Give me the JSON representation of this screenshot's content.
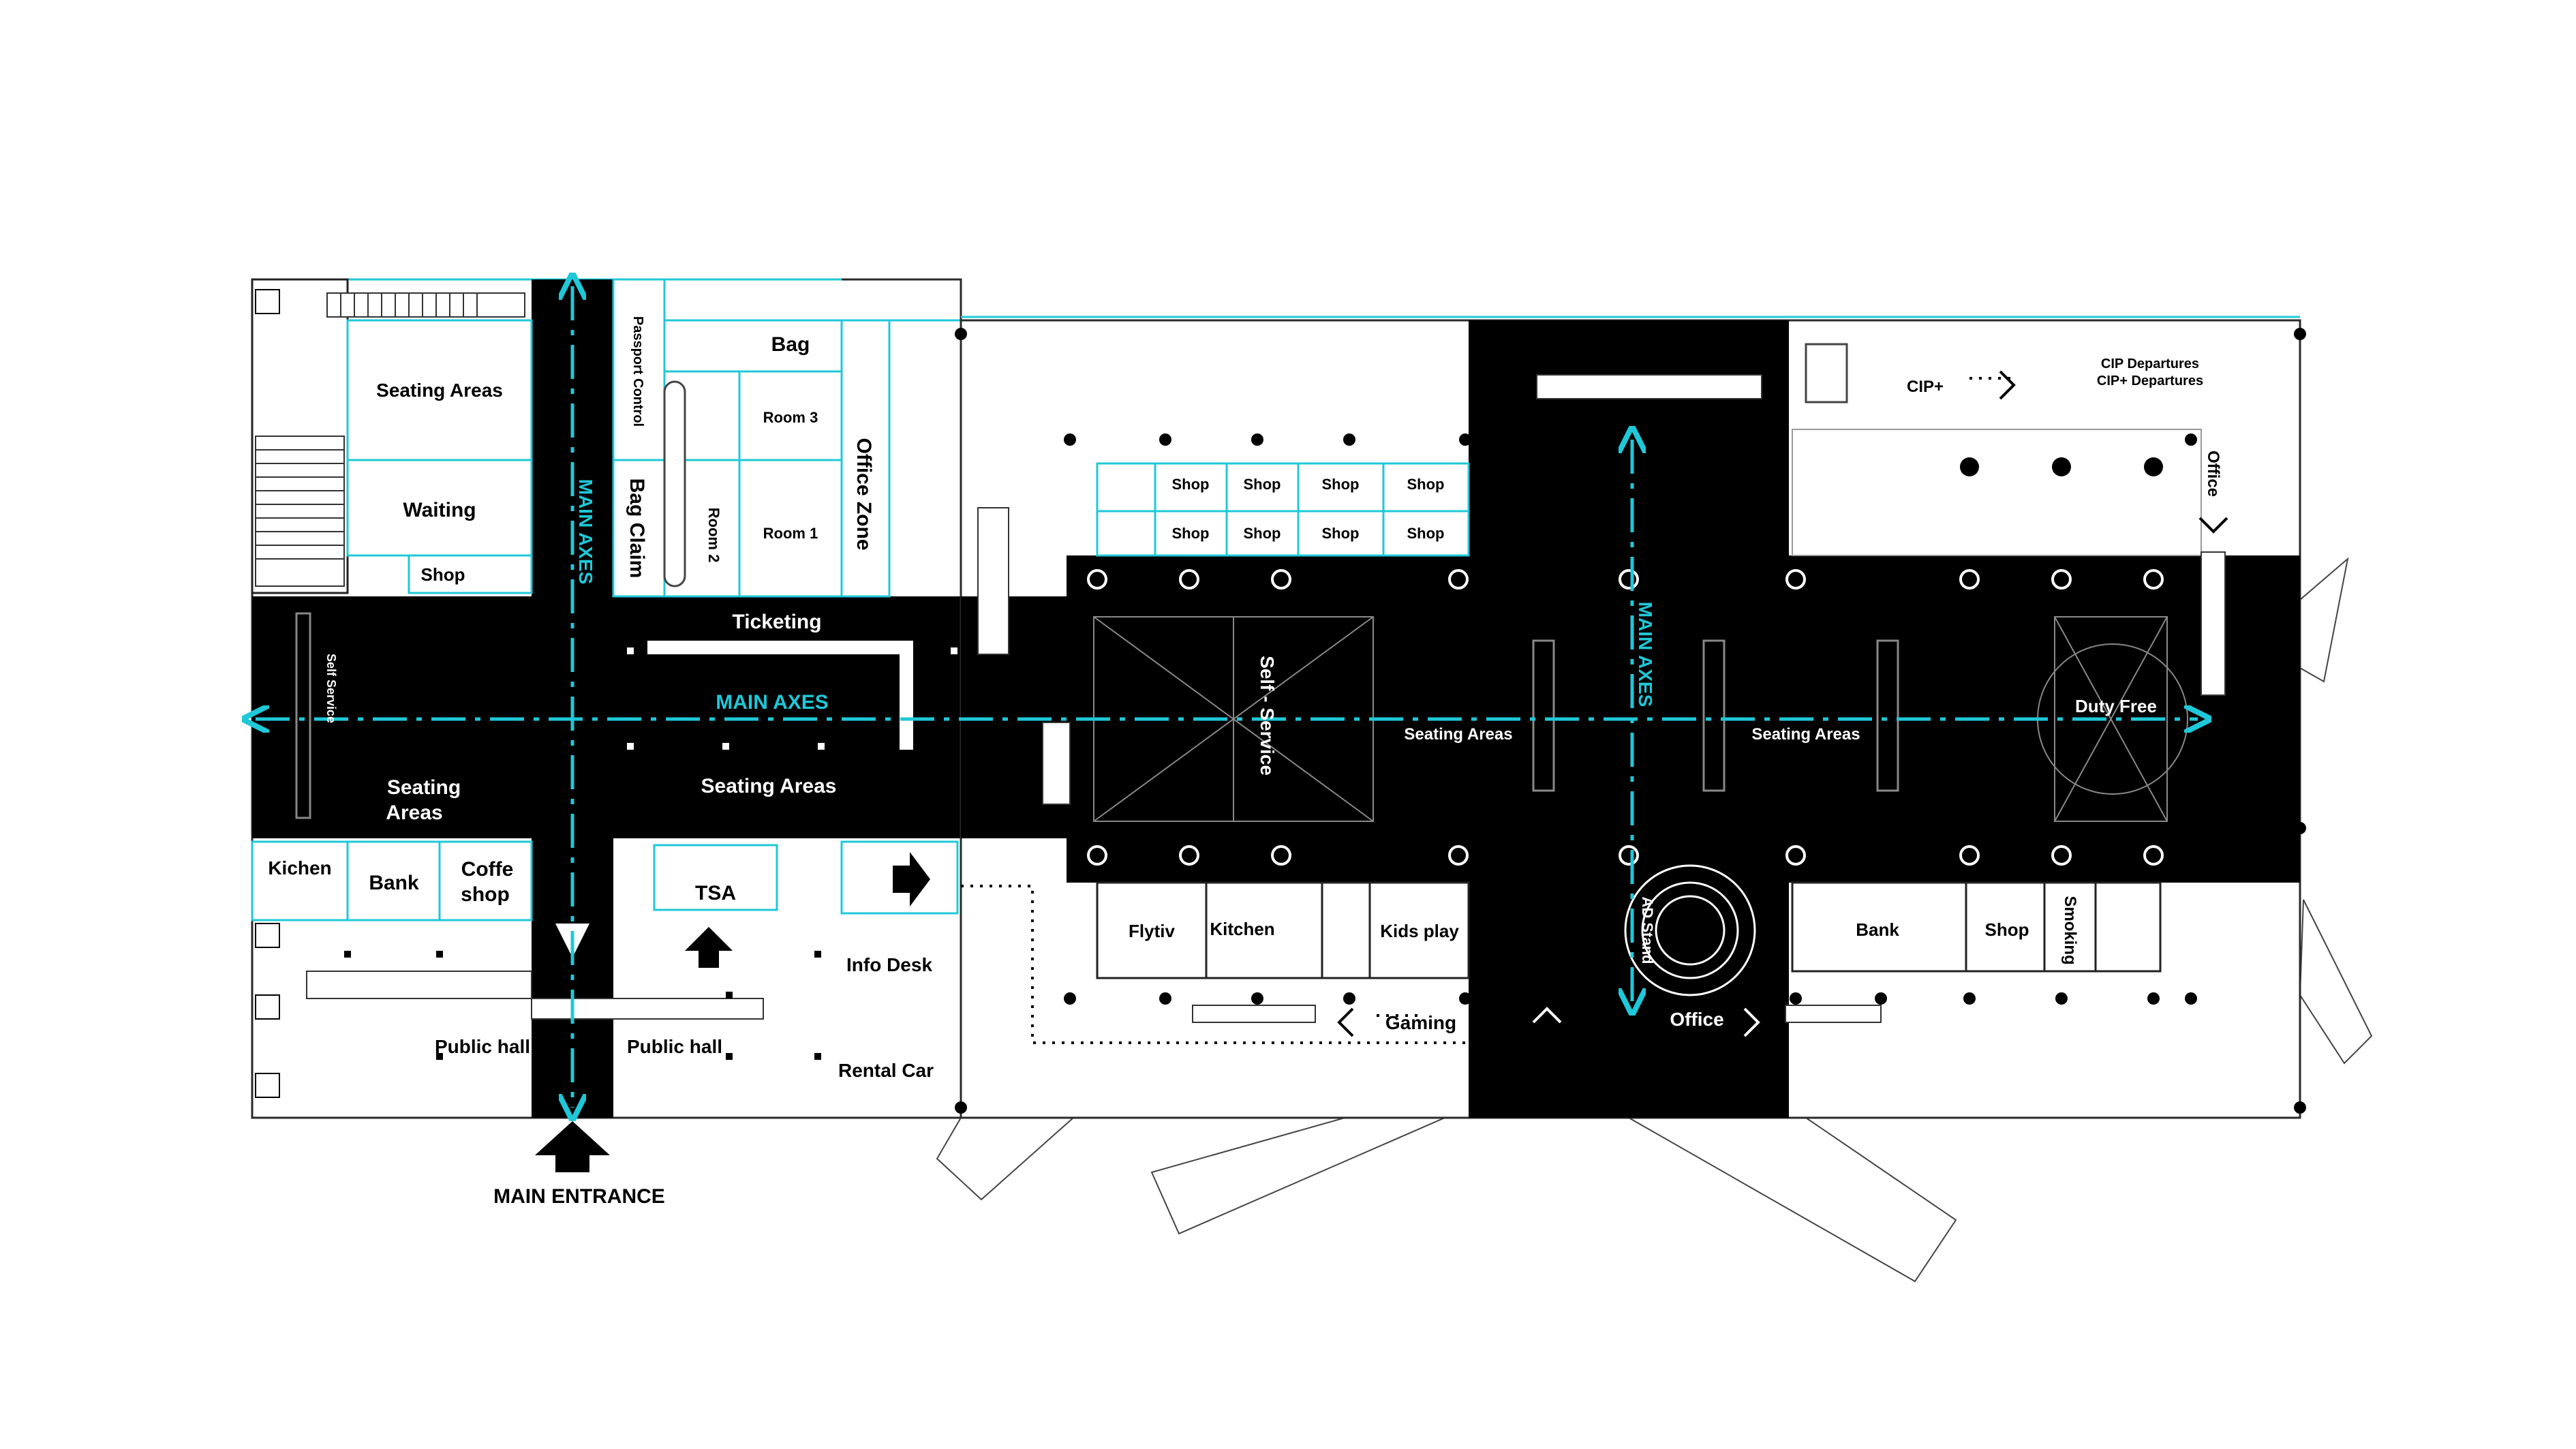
{
  "colors": {
    "accent": "#1fc8d8",
    "dark_zone": "#000000",
    "background": "#ffffff",
    "outline": "#c0392b"
  },
  "west_wing": {
    "seating_areas_top": "Seating Areas",
    "bag": "Bag",
    "room_3": "Room 3",
    "passport_control": "Passport Control",
    "waiting": "Waiting",
    "bag_claim": "Bag Claim",
    "room_2": "Room 2",
    "room_1": "Room 1",
    "office_zone": "Office Zone",
    "shop": "Shop",
    "ticketing": "Ticketing",
    "self_service": "Self Service",
    "seating_areas_left_line1": "Seating",
    "seating_areas_left_line2": "Areas",
    "seating_areas_center": "Seating Areas",
    "kitchen": "Kichen",
    "bank": "Bank",
    "coffee_line1": "Coffe",
    "coffee_line2": "shop",
    "tsa": "TSA",
    "info_desk": "Info Desk",
    "public_hall_left": "Public hall",
    "public_hall_right": "Public hall",
    "rental_car": "Rental Car",
    "main_entrance": "MAIN ENTRANCE"
  },
  "axes": {
    "vertical_west": "MAIN AXES",
    "horizontal": "MAIN AXES",
    "vertical_east": "MAIN AXES"
  },
  "east_hall": {
    "shops_top": [
      "Shop",
      "Shop",
      "Shop",
      "Shop"
    ],
    "shops_bottom": [
      "Shop",
      "Shop",
      "Shop",
      "Shop"
    ],
    "cip": "CIP+",
    "cip_departures": "CIP  Departures",
    "cip_plus_departures": "CIP+ Departures",
    "office_right": "Office",
    "self_service": "Self - Service",
    "seating_areas_1": "Seating  Areas",
    "seating_areas_2": "Seating  Areas",
    "duty_free": "Duty Free",
    "flytiv": "Flytiv",
    "kitchen": "Kitchen",
    "kids_play": "Kids play",
    "ad_stand": "AD Stand",
    "bank": "Bank",
    "shop": "Shop",
    "smoking": "Smoking",
    "gaming": "Gaming",
    "office_bottom": "Office"
  }
}
